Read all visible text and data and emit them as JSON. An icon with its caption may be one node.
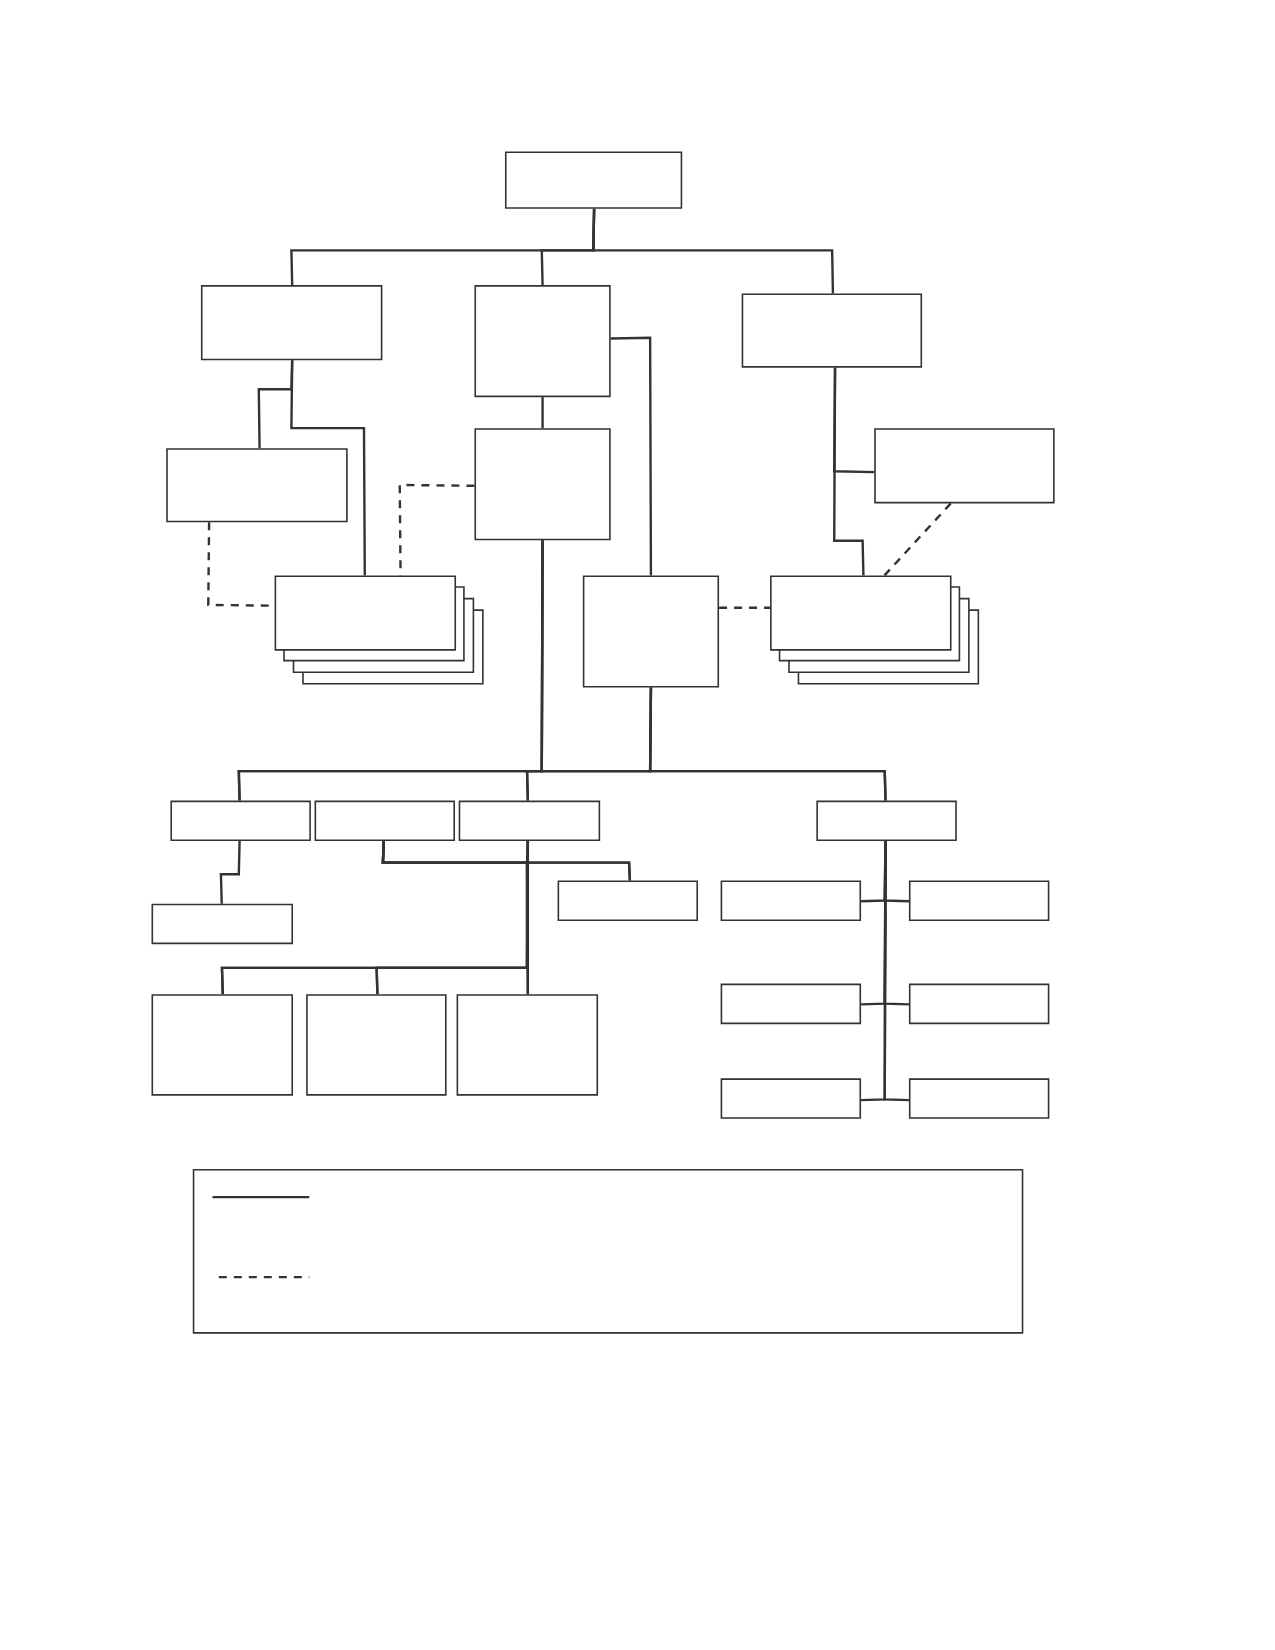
{
  "diagram": {
    "nodes": [
      {
        "text": [],
        "shape": "box"
      },
      {
        "text": [],
        "shape": "box"
      },
      {
        "text": [],
        "shape": "box"
      },
      {
        "text": [],
        "shape": "box"
      },
      {
        "text": [],
        "shape": "box"
      },
      {
        "text": [],
        "shape": "box"
      },
      {
        "text": [],
        "shape": "box"
      },
      {
        "text": [],
        "shape": "stack"
      },
      {
        "text": [],
        "shape": "box"
      },
      {
        "text": [],
        "shape": "stack"
      },
      {
        "text": [],
        "shape": "box"
      },
      {
        "text": [],
        "shape": "box"
      },
      {
        "text": [],
        "shape": "box"
      },
      {
        "text": [],
        "shape": "box"
      },
      {
        "text": [],
        "shape": "box"
      },
      {
        "text": [],
        "shape": "box"
      },
      {
        "text": [],
        "shape": "box"
      },
      {
        "text": [],
        "shape": "box"
      },
      {
        "text": [],
        "shape": "box"
      },
      {
        "text": [],
        "shape": "box"
      },
      {
        "text": [],
        "shape": "box"
      },
      {
        "text": [],
        "shape": "box"
      },
      {
        "text": [],
        "shape": "box"
      },
      {
        "text": [],
        "shape": "box"
      },
      {
        "text": [],
        "shape": "box"
      }
    ],
    "edges": [
      {
        "from": 0,
        "to": 1,
        "arrow": "none"
      },
      {
        "from": 0,
        "to": 2,
        "arrow": "none"
      },
      {
        "from": 0,
        "to": 3,
        "arrow": "none"
      },
      {
        "from": 1,
        "to": 4,
        "arrow": "none"
      },
      {
        "from": 1,
        "to": 7,
        "arrow": "none"
      },
      {
        "from": 2,
        "to": 5,
        "arrow": "none"
      },
      {
        "from": 2,
        "to": 8,
        "arrow": "none"
      },
      {
        "from": 3,
        "to": 6,
        "arrow": "none"
      },
      {
        "from": 3,
        "to": 9,
        "arrow": "none"
      },
      {
        "from": 4,
        "to": 7,
        "arrow": "none",
        "style": "dashed"
      },
      {
        "from": 5,
        "to": 7,
        "arrow": "none",
        "style": "dashed"
      },
      {
        "from": 6,
        "to": 9,
        "arrow": "none",
        "style": "dashed"
      },
      {
        "from": 8,
        "to": 9,
        "arrow": "none",
        "style": "dashed"
      },
      {
        "from": 5,
        "to": 10,
        "arrow": "none"
      },
      {
        "from": 5,
        "to": 12,
        "arrow": "none"
      },
      {
        "from": 5,
        "to": 13,
        "arrow": "none"
      },
      {
        "from": 8,
        "to": 10,
        "arrow": "none"
      },
      {
        "from": 8,
        "to": 12,
        "arrow": "none"
      },
      {
        "from": 8,
        "to": 13,
        "arrow": "none"
      },
      {
        "from": 10,
        "to": 14,
        "arrow": "none"
      },
      {
        "from": 11,
        "to": 15,
        "arrow": "none"
      },
      {
        "from": 11,
        "to": 22,
        "arrow": "none"
      },
      {
        "from": 11,
        "to": 23,
        "arrow": "none"
      },
      {
        "from": 11,
        "to": 24,
        "arrow": "none"
      },
      {
        "from": 12,
        "to": 15,
        "arrow": "none"
      },
      {
        "from": 12,
        "to": 22,
        "arrow": "none"
      },
      {
        "from": 12,
        "to": 23,
        "arrow": "none"
      },
      {
        "from": 12,
        "to": 24,
        "arrow": "none"
      },
      {
        "from": 13,
        "to": 16,
        "arrow": "none"
      },
      {
        "from": 13,
        "to": 17,
        "arrow": "none"
      },
      {
        "from": 13,
        "to": 18,
        "arrow": "none"
      },
      {
        "from": 13,
        "to": 19,
        "arrow": "none"
      },
      {
        "from": 13,
        "to": 20,
        "arrow": "none"
      },
      {
        "from": 13,
        "to": 21,
        "arrow": "none"
      }
    ]
  }
}
